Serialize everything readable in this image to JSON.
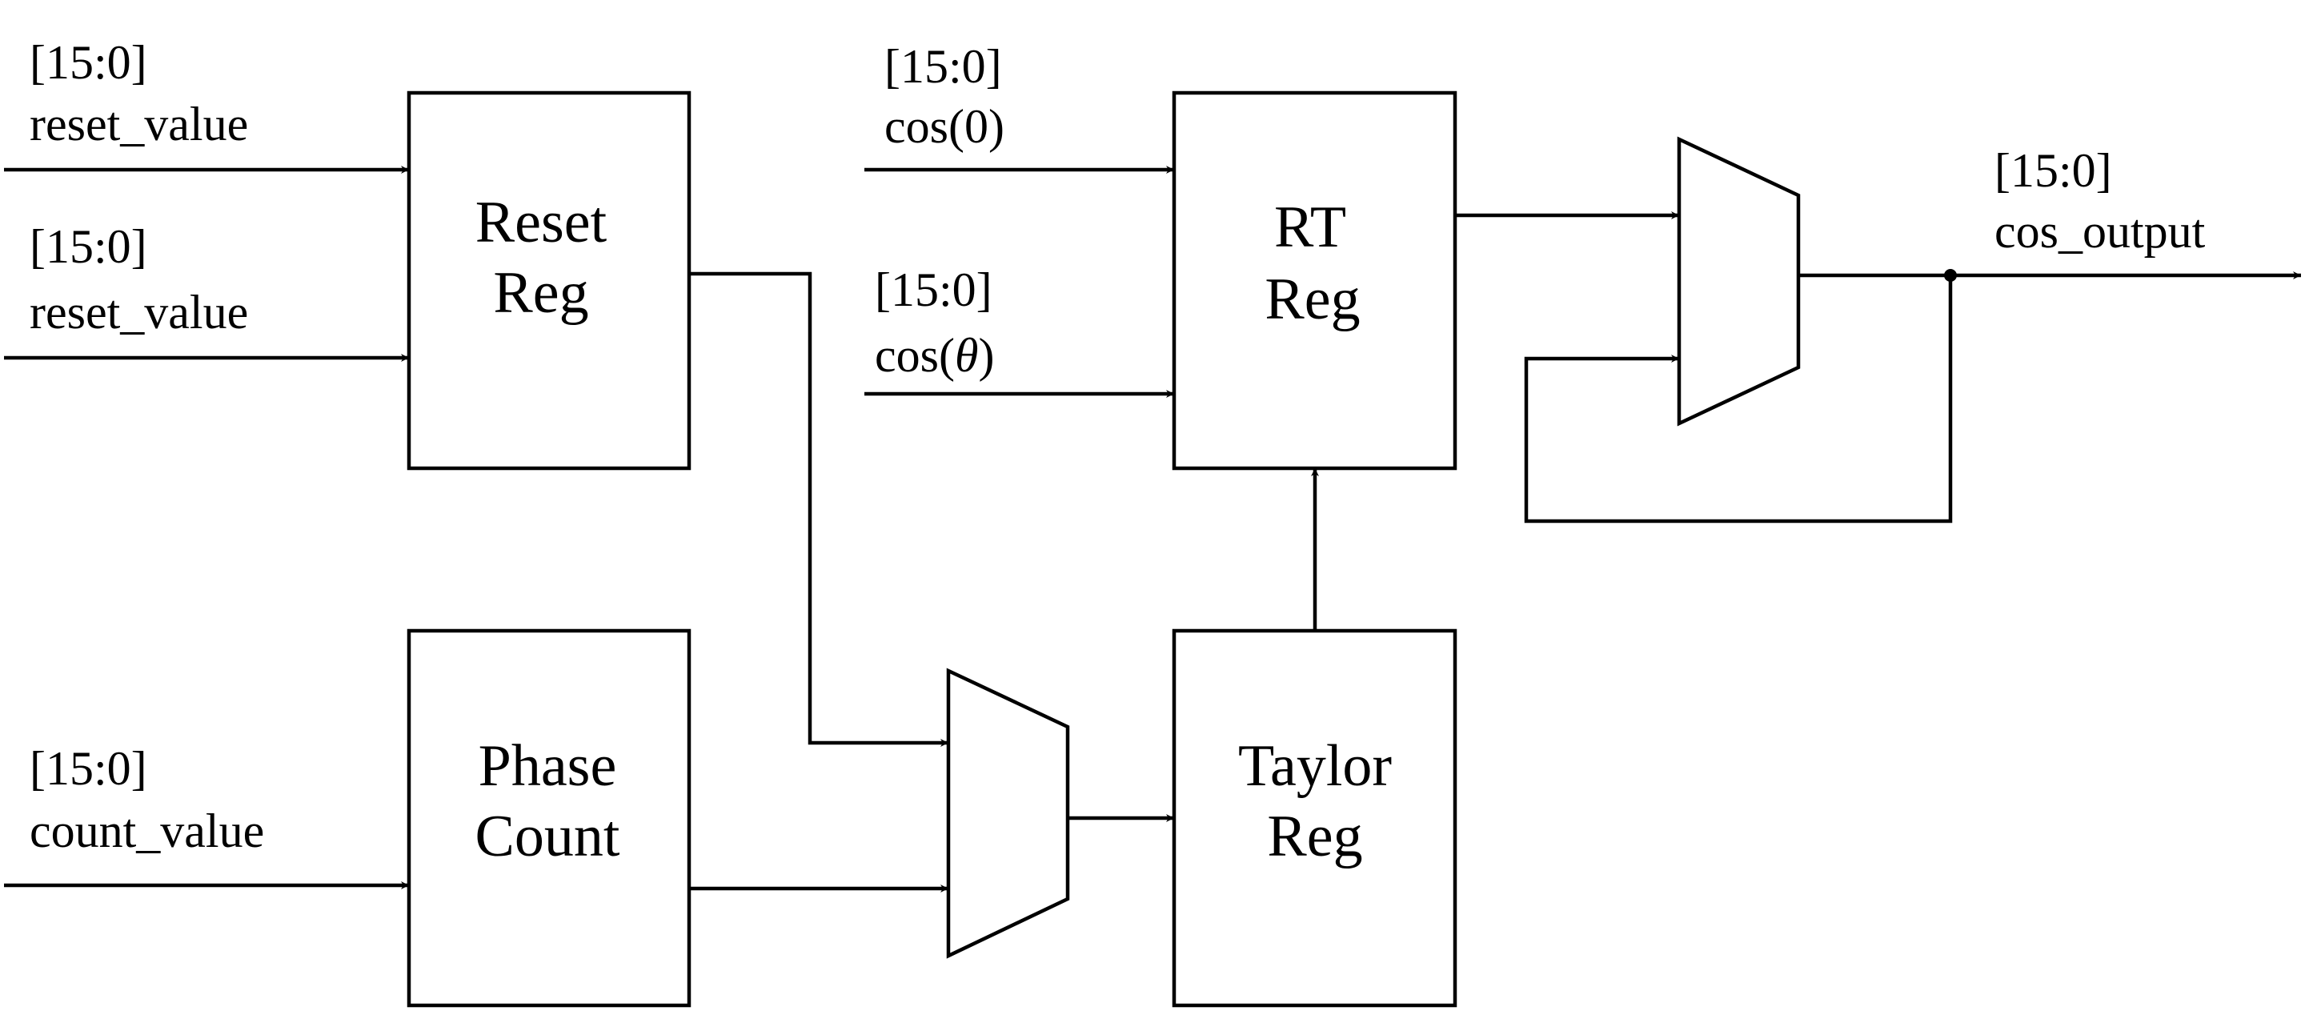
{
  "inputs": {
    "reset_value_1": {
      "bus": "[15:0]",
      "name": "reset_value"
    },
    "reset_value_2": {
      "bus": "[15:0]",
      "name": "reset_value"
    },
    "count_value": {
      "bus": "[15:0]",
      "name": "count_value"
    },
    "cos_zero": {
      "bus": "[15:0]",
      "name": "cos(0)"
    },
    "cos_theta": {
      "bus": "[15:0]",
      "name_prefix": "cos(",
      "name_symbol": "θ",
      "name_suffix": ")"
    }
  },
  "output": {
    "bus": "[15:0]",
    "name": "cos_output"
  },
  "blocks": {
    "reset_reg": {
      "line1": "Reset",
      "line2": "Reg"
    },
    "phase_count": {
      "line1": "Phase",
      "line2": "Count"
    },
    "rt_reg": {
      "line1": "RT",
      "line2": "Reg"
    },
    "taylor_reg": {
      "line1": "Taylor",
      "line2": "Reg"
    }
  }
}
